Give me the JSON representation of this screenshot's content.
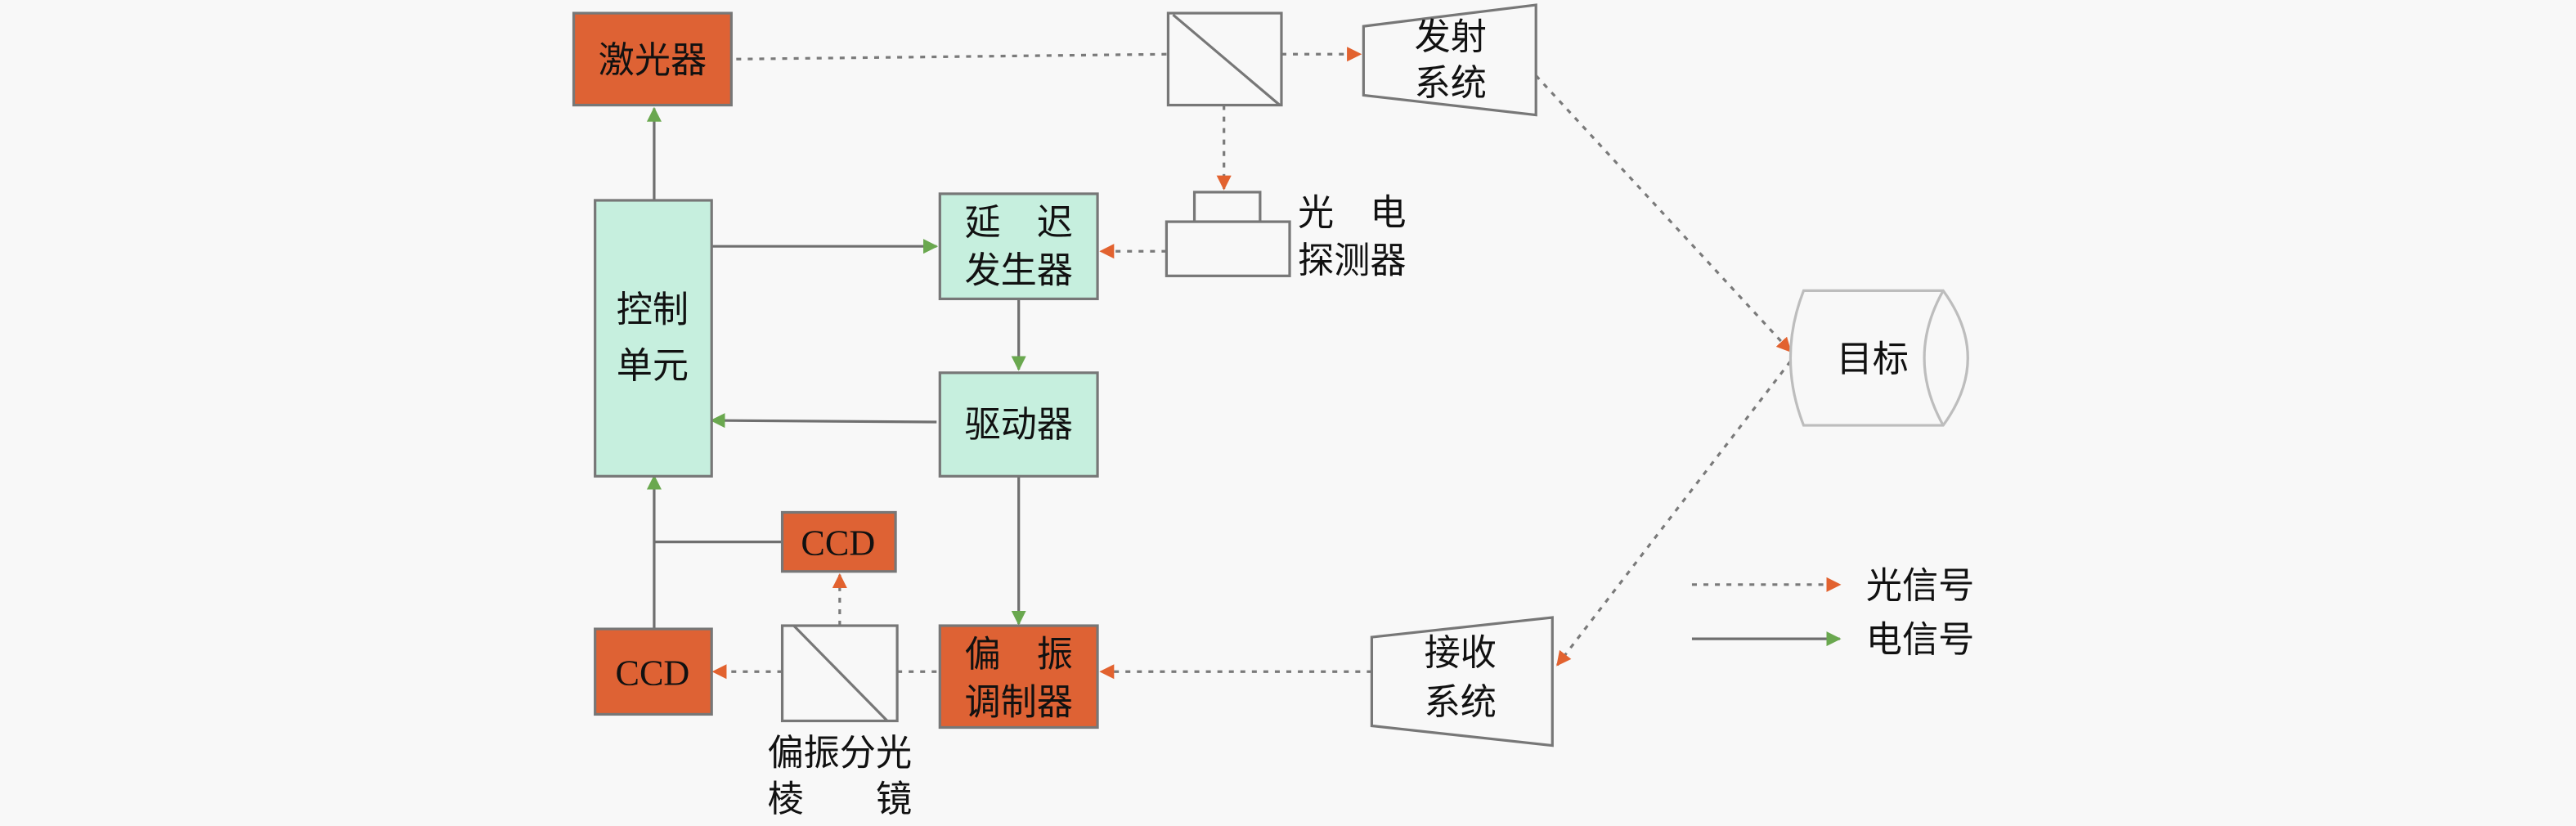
{
  "colors": {
    "optical_arrow": "#e2622f",
    "electrical_arrow": "#6aa84f",
    "orange_box": "#de6234",
    "mint_box": "#c6efde",
    "line": "#6f6f6f",
    "background": "#f8f8f8"
  },
  "blocks": {
    "laser": "激光器",
    "control_unit": [
      "控制",
      "单元"
    ],
    "delay_generator": [
      "延　迟",
      "发生器"
    ],
    "driver": "驱动器",
    "polarization_modulator": [
      "偏　振",
      "调制器"
    ],
    "ccd_top": "CCD",
    "ccd_left": "CCD",
    "transmit_system": [
      "发射",
      "系统"
    ],
    "receive_system": [
      "接收",
      "系统"
    ],
    "photodetector": [
      "光　电",
      "探测器"
    ],
    "target": "目标",
    "pbs": [
      "偏振分光",
      "棱　　镜"
    ]
  },
  "legend": {
    "optical_signal": "光信号",
    "electrical_signal": "电信号"
  }
}
